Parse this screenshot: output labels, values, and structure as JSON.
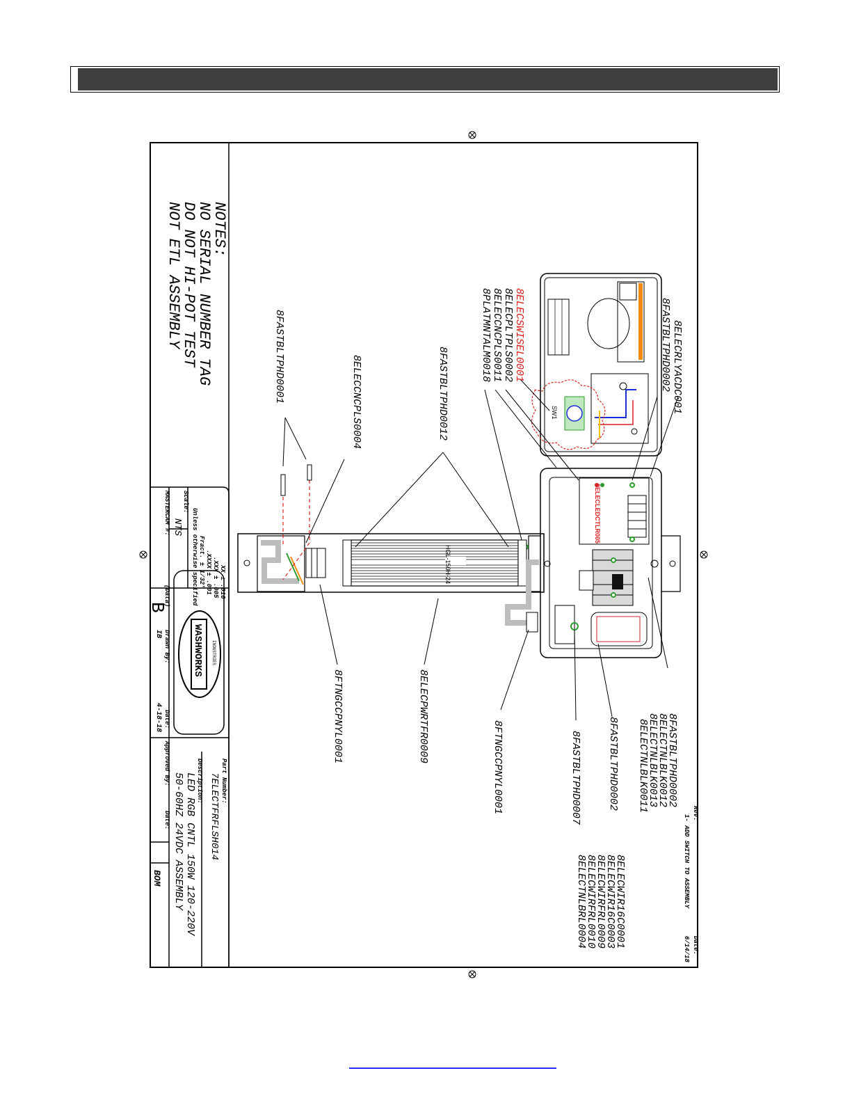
{
  "notes": {
    "heading": "NOTES:",
    "lines": [
      "NO SERIAL NUMBER TAG",
      "DO NOT HI-POT TEST",
      "NOT ETL ASSEMBLY"
    ]
  },
  "callouts": {
    "relay": "8ELECRLYACDC001",
    "stl_top": "8FASTBLTPHD0002",
    "switch": "8ELECSWISEL0001",
    "plt": "8ELECPLTPLS0002",
    "conn11": "8ELECCNCPLS0011",
    "plate": "8PLATMNTALM0018",
    "bolt12": "8FASTBLTPHD0012",
    "conn4": "8ELECCNCPLS0004",
    "bolt1": "8FASTBLTPHD0001",
    "fitting_left": "8FTNGCCPNYL0001",
    "psu": "8ELECPWRTFR0009",
    "fitting_right": "8FTNGCCPNYL0001",
    "bolt7": "8FASTBLTPHD0007",
    "bolt2": "8FASTBLTPHD0002",
    "controller": "8ELECLEDCTLR005",
    "terminal_stack": [
      "8FASTBLTPHD0002",
      "8ELECTNLBLK0012",
      "8ELECTNLBLK0013",
      "8ELECTNLBLK0011"
    ],
    "wire_stack": [
      "8ELECWIR16C0001",
      "8ELECWIR16C0003",
      "8ELECWIRFRL0009",
      "8ELECWIRFRL0010",
      "8ELECTNLBRL0004"
    ]
  },
  "psu_label": "HGL-150H-24",
  "switch_label": "SW1",
  "title_block": {
    "tolerance_1": "XX ± .010",
    "tolerance_2": ".XXX ± .005",
    "tolerance_3": ".XXXX ± .001",
    "tolerance_4": "Fract. ± 1/32\"",
    "tolerance_note": "Unless otherwise specified",
    "scale_label": "Scale:",
    "scale_value": "NTS",
    "mastercam_label": "MASTERCAM #:",
    "size_label": "(Data)",
    "size_value": "B",
    "logo_text": "WASHWORKS",
    "logo_small": "INDUSTRIES",
    "drawn_label": "Drawn By:",
    "drawn_value": "IB",
    "date_label": "Date:",
    "date_value": "4-18-18",
    "approved_label": "Approved By:",
    "approved_date_label": "Date:",
    "part_label": "Part Number:",
    "part_value": "7ELECTFRFLSH014",
    "desc_label": "Description:",
    "desc_line1": "LED RGB CNTL 150W 120-220V",
    "desc_line2": "50-60HZ 24VDC ASSEMBLY",
    "bom_label": "BOM",
    "rev_label": "Rev:",
    "rev_value": "1- ADD SWITCH TO ASSEMBLY",
    "rev_date_label": "Date:",
    "rev_date_value": "6/14/18"
  },
  "colors": {
    "header_fill": "#3f3f3f",
    "line": "#000000",
    "highlight_red": "#e02020",
    "bolt_green": "#2e9c2e",
    "link_blue": "#2a2aff"
  }
}
